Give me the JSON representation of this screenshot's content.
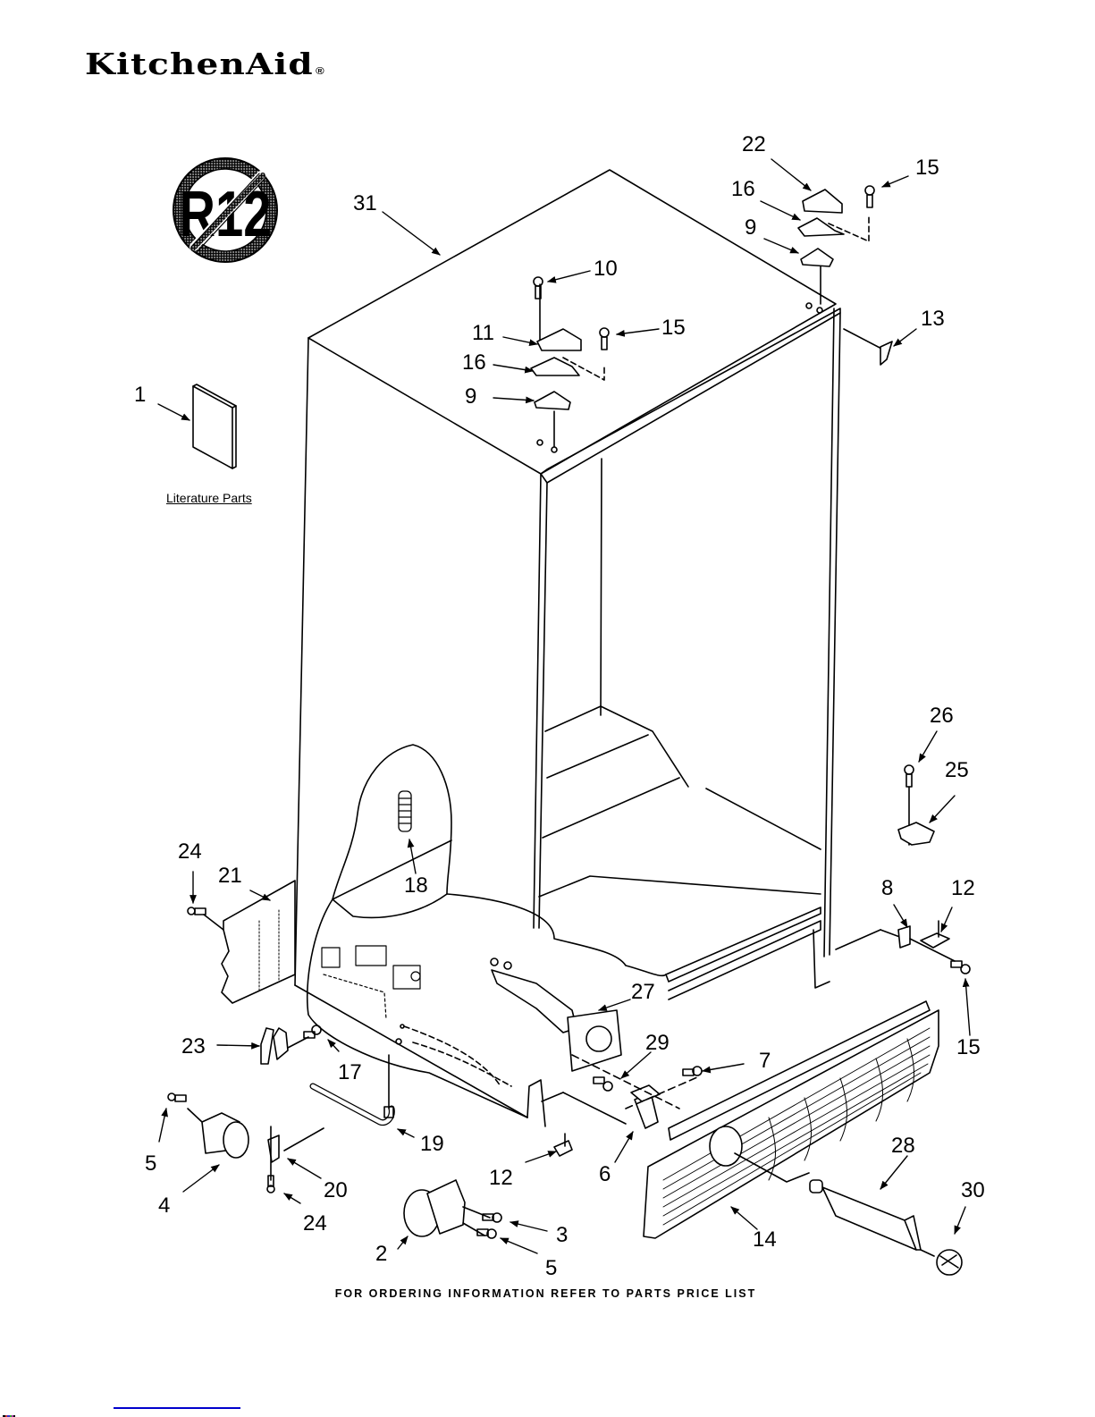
{
  "brand": {
    "logo_text": "KitchenAid",
    "registered_mark": "®"
  },
  "badge": {
    "text": "R12",
    "meaning": "no-R12-refrigerant"
  },
  "literature": {
    "label": "Literature Parts"
  },
  "footer": {
    "text": "FOR ORDERING INFORMATION REFER TO PARTS PRICE LIST"
  },
  "callouts": [
    {
      "id": "c31",
      "text": "31"
    },
    {
      "id": "c22",
      "text": "22"
    },
    {
      "id": "c15a",
      "text": "15"
    },
    {
      "id": "c16a",
      "text": "16"
    },
    {
      "id": "c9a",
      "text": "9"
    },
    {
      "id": "c10",
      "text": "10"
    },
    {
      "id": "c11",
      "text": "11"
    },
    {
      "id": "c15b",
      "text": "15"
    },
    {
      "id": "c16b",
      "text": "16"
    },
    {
      "id": "c9b",
      "text": "9"
    },
    {
      "id": "c13",
      "text": "13"
    },
    {
      "id": "c1",
      "text": "1"
    },
    {
      "id": "c26",
      "text": "26"
    },
    {
      "id": "c25",
      "text": "25"
    },
    {
      "id": "c24a",
      "text": "24"
    },
    {
      "id": "c21",
      "text": "21"
    },
    {
      "id": "c18",
      "text": "18"
    },
    {
      "id": "c8",
      "text": "8"
    },
    {
      "id": "c12a",
      "text": "12"
    },
    {
      "id": "c27",
      "text": "27"
    },
    {
      "id": "c15c",
      "text": "15"
    },
    {
      "id": "c23",
      "text": "23"
    },
    {
      "id": "c17",
      "text": "17"
    },
    {
      "id": "c29",
      "text": "29"
    },
    {
      "id": "c7",
      "text": "7"
    },
    {
      "id": "c19",
      "text": "19"
    },
    {
      "id": "c5a",
      "text": "5"
    },
    {
      "id": "c28",
      "text": "28"
    },
    {
      "id": "c20",
      "text": "20"
    },
    {
      "id": "c12b",
      "text": "12"
    },
    {
      "id": "c6",
      "text": "6"
    },
    {
      "id": "c30",
      "text": "30"
    },
    {
      "id": "c4",
      "text": "4"
    },
    {
      "id": "c24b",
      "text": "24"
    },
    {
      "id": "c3",
      "text": "3"
    },
    {
      "id": "c14",
      "text": "14"
    },
    {
      "id": "c2",
      "text": "2"
    },
    {
      "id": "c5b",
      "text": "5"
    }
  ]
}
